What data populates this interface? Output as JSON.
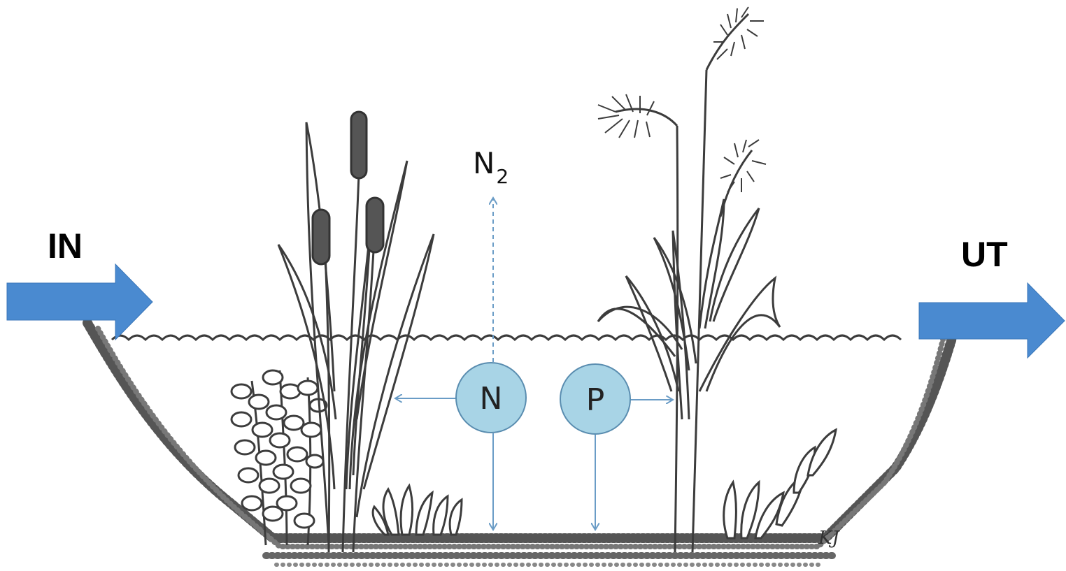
{
  "labels": {
    "inflow": "IN",
    "outflow": "UT",
    "nitrogen": "N",
    "phosphorus": "P",
    "nitrogen_gas_base": "N",
    "nitrogen_gas_subscript": "2",
    "signature": "KJ"
  },
  "colors": {
    "flow_arrow": "#4a8ad0",
    "nutrient_circle_fill": "#a8d4e6",
    "nutrient_circle_stroke": "#5a8db0",
    "process_arrow": "#6a9cc6",
    "plant_ink": "#3c3c3c",
    "cattail_head": "#555555"
  },
  "icons": {
    "inflow_arrow": "arrow-right-icon",
    "outflow_arrow": "arrow-right-icon"
  }
}
